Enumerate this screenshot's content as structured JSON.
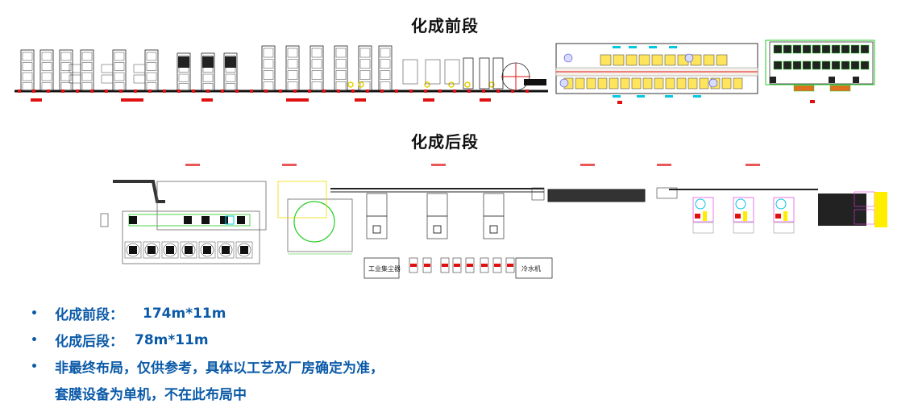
{
  "sections": {
    "front": {
      "title": "化成前段"
    },
    "back": {
      "title": "化成后段"
    }
  },
  "equipment_labels": {
    "dust_collector": "工业集尘器",
    "chiller": "冷水机"
  },
  "colors": {
    "bullet_text": "#0b5aa8",
    "drawing_red": "#e01010",
    "drawing_green": "#22cc22",
    "drawing_cyan": "#00c8e0",
    "drawing_yellow": "#ffee00"
  },
  "notes": [
    {
      "label": "化成前段：",
      "value": "174m*11m"
    },
    {
      "label": "化成后段：",
      "value": "78m*11m"
    },
    {
      "label": "非最终布局，仅供参考，具体以工艺及厂房确定为准，",
      "value": "",
      "continuation": "套膜设备为单机，不在此布局中"
    }
  ]
}
